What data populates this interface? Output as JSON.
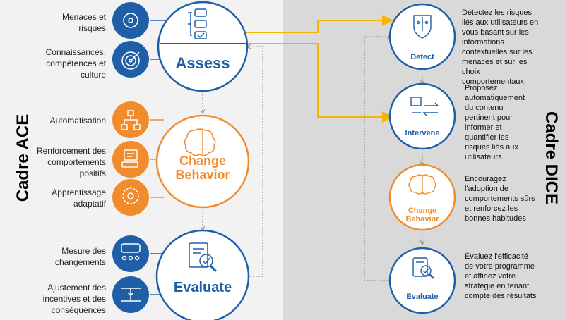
{
  "left_panel": {
    "title": "Cadre ACE",
    "assess": {
      "title": "Assess",
      "items": [
        "Menaces et risques",
        "Connaissances, compétences et culture"
      ]
    },
    "change": {
      "title_line1": "Change",
      "title_line2": "Behavior",
      "items": [
        "Automatisation",
        "Renforcement des comportements positifs",
        "Apprentissage adaptatif"
      ]
    },
    "evaluate": {
      "title": "Evaluate",
      "items": [
        "Mesure des changements",
        "Ajustement des incentives et des conséquences"
      ]
    }
  },
  "right_panel": {
    "title": "Cadre DICE",
    "stages": [
      {
        "title": "Detect",
        "desc": "Détectez les risques liés aux utilisateurs en vous basant sur les informations contextuelles sur les menaces et sur les choix comportementaux"
      },
      {
        "title": "Intervene",
        "desc": "Proposez automatiquement du contenu pertinent pour informer et quantifier les risques liés aux utilisateurs"
      },
      {
        "title_line1": "Change",
        "title_line2": "Behavior",
        "desc": "Encouragez l'adoption de comportements sûrs et renforcez les bonnes habitudes"
      },
      {
        "title": "Evaluate",
        "desc": "Évaluez l'efficacité de votre programme et affinez votre stratégie en tenant compte des résultats"
      }
    ]
  },
  "colors": {
    "blue": "#1f5fa8",
    "orange": "#f08c2c",
    "yellow_arrow": "#f5b400",
    "left_bg": "#f2f2f2",
    "right_bg": "#d9d9d9"
  }
}
